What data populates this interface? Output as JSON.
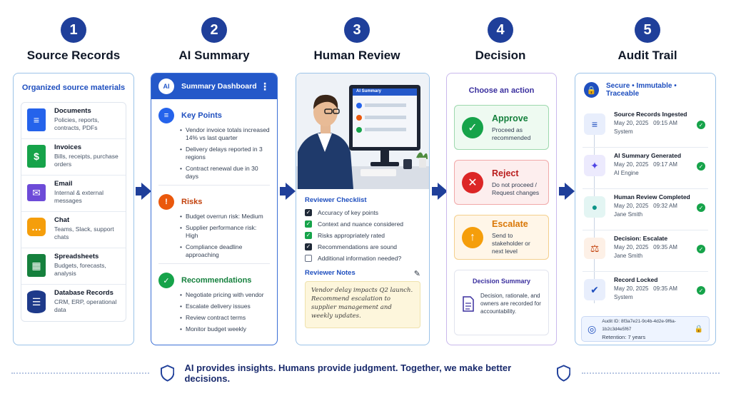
{
  "steps": [
    {
      "number": "1",
      "title": "Source Records"
    },
    {
      "number": "2",
      "title": "AI Summary"
    },
    {
      "number": "3",
      "title": "Human Review"
    },
    {
      "number": "4",
      "title": "Decision"
    },
    {
      "number": "5",
      "title": "Audit Trail"
    }
  ],
  "source_records": {
    "heading": "Organized source materials",
    "items": [
      {
        "name": "Documents",
        "desc": "Policies, reports, contracts, PDFs",
        "icon": "document-icon"
      },
      {
        "name": "Invoices",
        "desc": "Bills, receipts, purchase orders",
        "icon": "invoice-icon"
      },
      {
        "name": "Email",
        "desc": "Internal & external messages",
        "icon": "email-icon"
      },
      {
        "name": "Chat",
        "desc": "Teams, Slack, support chats",
        "icon": "chat-icon"
      },
      {
        "name": "Spreadsheets",
        "desc": "Budgets, forecasts, analysis",
        "icon": "spreadsheet-icon"
      },
      {
        "name": "Database Records",
        "desc": "CRM, ERP, operational data",
        "icon": "database-icon"
      }
    ]
  },
  "ai_summary": {
    "logo_text": "AI",
    "title": "Summary Dashboard",
    "menu_glyph": "⋮",
    "sections": [
      {
        "title": "Key Points",
        "color": "#2563eb",
        "bullets": [
          "Vendor invoice totals increased 14% vs last quarter",
          "Delivery delays reported in 3 regions",
          "Contract renewal due in 30 days"
        ]
      },
      {
        "title": "Risks",
        "color": "#ea580c",
        "bullets": [
          "Budget overrun risk: Medium",
          "Supplier performance risk: High",
          "Compliance deadline approaching"
        ]
      },
      {
        "title": "Recommendations",
        "color": "#16a34a",
        "bullets": [
          "Negotiate pricing with vendor",
          "Escalate delivery issues",
          "Review contract terms",
          "Monitor budget weekly"
        ]
      }
    ]
  },
  "human_review": {
    "screen_title": "AI Summary",
    "checklist_title": "Reviewer Checklist",
    "checklist": [
      {
        "label": "Accuracy of key points",
        "checked": true
      },
      {
        "label": "Context and nuance considered",
        "checked": true
      },
      {
        "label": "Risks appropriately rated",
        "checked": true
      },
      {
        "label": "Recommendations are sound",
        "checked": true
      },
      {
        "label": "Additional information needed?",
        "checked": false
      }
    ],
    "notes_title": "Reviewer Notes",
    "note_text": "Vendor delay impacts Q2 launch. Recommend escalation to supplier management and weekly updates."
  },
  "decision": {
    "heading": "Choose an action",
    "options": [
      {
        "title": "Approve",
        "desc": "Proceed as recommended",
        "color": "#16a34a",
        "bg": "#eefaf1",
        "border": "#9ed8ae",
        "glyph": "✓"
      },
      {
        "title": "Reject",
        "desc": "Do not proceed / Request changes",
        "color": "#dc2626",
        "bg": "#fdeeee",
        "border": "#f1a9a9",
        "glyph": "✕"
      },
      {
        "title": "Escalate",
        "desc": "Send to stakeholder or next level",
        "color": "#f59e0b",
        "bg": "#fff6e8",
        "border": "#f4cf8d",
        "glyph": "↑"
      }
    ],
    "summary_title": "Decision Summary",
    "summary_text": "Decision, rationale, and owners are recorded for accountability."
  },
  "audit_trail": {
    "header": "Secure  •  Immutable  •  Traceable",
    "events": [
      {
        "title": "Source Records Ingested",
        "date": "May 20, 2025",
        "time": "09:15 AM",
        "actor": "System",
        "icon": "document-icon",
        "color": "#1f4fbf",
        "bg": "#e8eefc",
        "glyph": "≡"
      },
      {
        "title": "AI Summary Generated",
        "date": "May 20, 2025",
        "time": "09:17 AM",
        "actor": "AI Engine",
        "icon": "sparkle-icon",
        "color": "#4f46e5",
        "bg": "#eceafd",
        "glyph": "✦"
      },
      {
        "title": "Human Review Completed",
        "date": "May 20, 2025",
        "time": "09:32 AM",
        "actor": "Jane Smith",
        "icon": "person-icon",
        "color": "#0d9488",
        "bg": "#e3f5f3",
        "glyph": "●"
      },
      {
        "title": "Decision: Escalate",
        "date": "May 20, 2025",
        "time": "09:35 AM",
        "actor": "Jane Smith",
        "icon": "scales-icon",
        "color": "#c2410c",
        "bg": "#fdf0e6",
        "glyph": "⚖"
      },
      {
        "title": "Record Locked",
        "date": "May 20, 2025",
        "time": "09:35 AM",
        "actor": "System",
        "icon": "shield-icon",
        "color": "#1f4fbf",
        "bg": "#e8eefc",
        "glyph": "✔"
      }
    ],
    "audit_id": "Audit ID: 8f3a7e21-9c4b-4d2e-9f6a-1b2c3d4e5f67",
    "retention": "Retention: 7 years"
  },
  "tagline": "AI provides insights. Humans provide judgment. Together, we make better decisions."
}
